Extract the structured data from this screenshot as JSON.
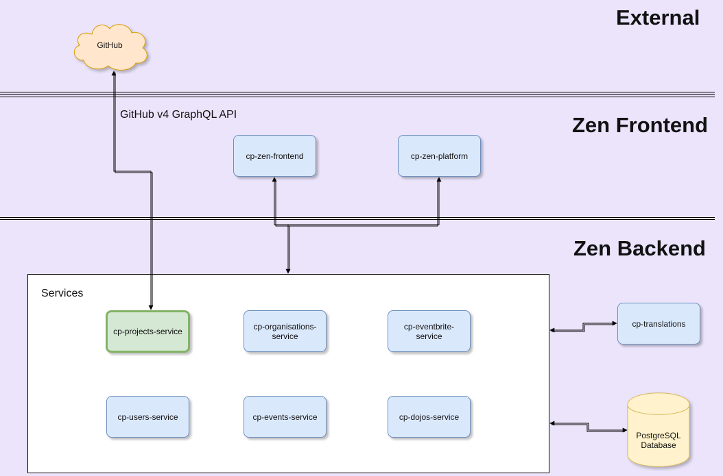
{
  "zones": {
    "external": "External",
    "frontend": "Zen Frontend",
    "backend": "Zen Backend"
  },
  "external": {
    "github": "GitHub"
  },
  "edge_label": "GitHub v4 GraphQL API",
  "frontend": {
    "zen_frontend": "cp-zen-frontend",
    "zen_platform": "cp-zen-platform"
  },
  "services": {
    "label": "Services",
    "projects": "cp-projects-service",
    "organisations": "cp-organisations-service",
    "eventbrite": "cp-eventbrite-service",
    "users": "cp-users-service",
    "events": "cp-events-service",
    "dojos": "cp-dojos-service"
  },
  "side": {
    "translations": "cp-translations",
    "database": "PostgreSQL Database"
  },
  "colors": {
    "background": "#ebe4fb",
    "service_fill": "#dae8fc",
    "service_stroke": "#6c8ebf",
    "highlight_fill": "#d5e8d4",
    "highlight_stroke": "#82b366",
    "external_fill": "#ffe6cc",
    "external_stroke": "#d79b00",
    "database_fill": "#fff2cc",
    "database_stroke": "#d6b656"
  }
}
